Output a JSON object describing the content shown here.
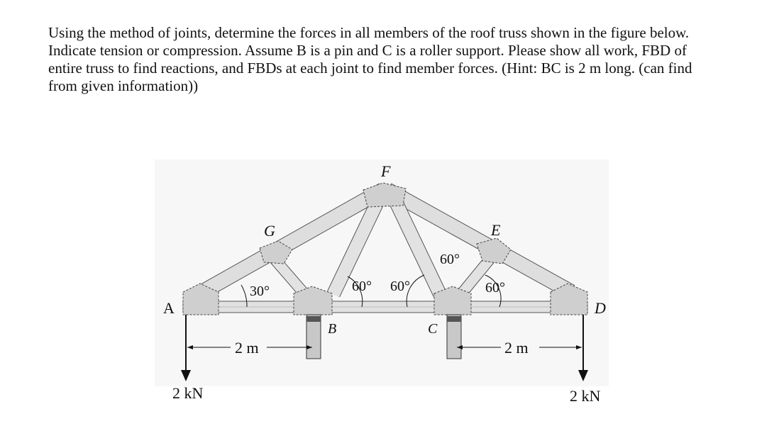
{
  "problem": {
    "text": "Using the method of joints, determine the forces in all members of the roof truss shown in the figure below. Indicate tension or compression. Assume B is a pin and C is a roller support. Please show all work, FBD of entire truss to find reactions, and FBDs at each joint to find member forces. (Hint: BC is 2 m long. (can find from given information))"
  },
  "figure": {
    "joint_labels": {
      "A": "A",
      "B": "B",
      "C": "C",
      "D": "D",
      "E": "E",
      "F": "F",
      "G": "G"
    },
    "angles": {
      "at_A": "30°",
      "at_B_right": "60°",
      "at_C_left": "60°",
      "at_C_right": "60°",
      "at_E": "60°"
    },
    "dimensions": {
      "left": "2 m",
      "right": "2 m"
    },
    "loads": {
      "at_A": "2 kN",
      "at_D": "2 kN"
    }
  }
}
